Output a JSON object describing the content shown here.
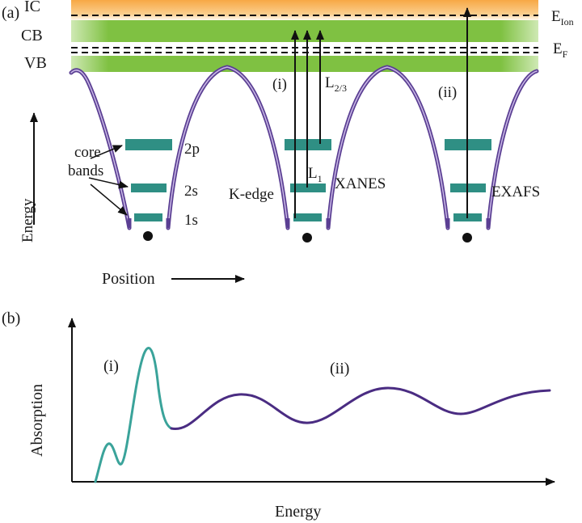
{
  "panel_a": {
    "panel_label": "(a)",
    "bands": {
      "ic": "IC",
      "cb": "CB",
      "vb": "VB"
    },
    "levels": {
      "e_ion": "E",
      "e_ion_sub": "Ion",
      "e_f": "E",
      "e_f_sub": "F"
    },
    "core_levels": [
      "2p",
      "2s",
      "1s"
    ],
    "core_bands_label_line1": "core",
    "core_bands_label_line2": "bands",
    "transitions": {
      "i": "(i)",
      "ii": "(ii)",
      "l23": "L",
      "l23_sub": "2/3",
      "l1": "L",
      "l1_sub": "1",
      "k_edge": "K-edge",
      "xanes": "XANES",
      "exafs": "EXAFS"
    },
    "y_axis": "Energy",
    "x_axis": "Position"
  },
  "panel_b": {
    "panel_label": "(b)",
    "ylabel": "Absorption",
    "xlabel": "Energy",
    "region_i": "(i)",
    "region_ii": "(ii)"
  },
  "colors": {
    "ic_band": "#f7b45a",
    "cb_band": "#78bf3c",
    "vb_band": "#8cc84c",
    "core_band": "#2f8f84",
    "well_outline": "#6a4f9b",
    "xanes_curve": "#3aa39a",
    "exafs_curve": "#4a2c82"
  }
}
